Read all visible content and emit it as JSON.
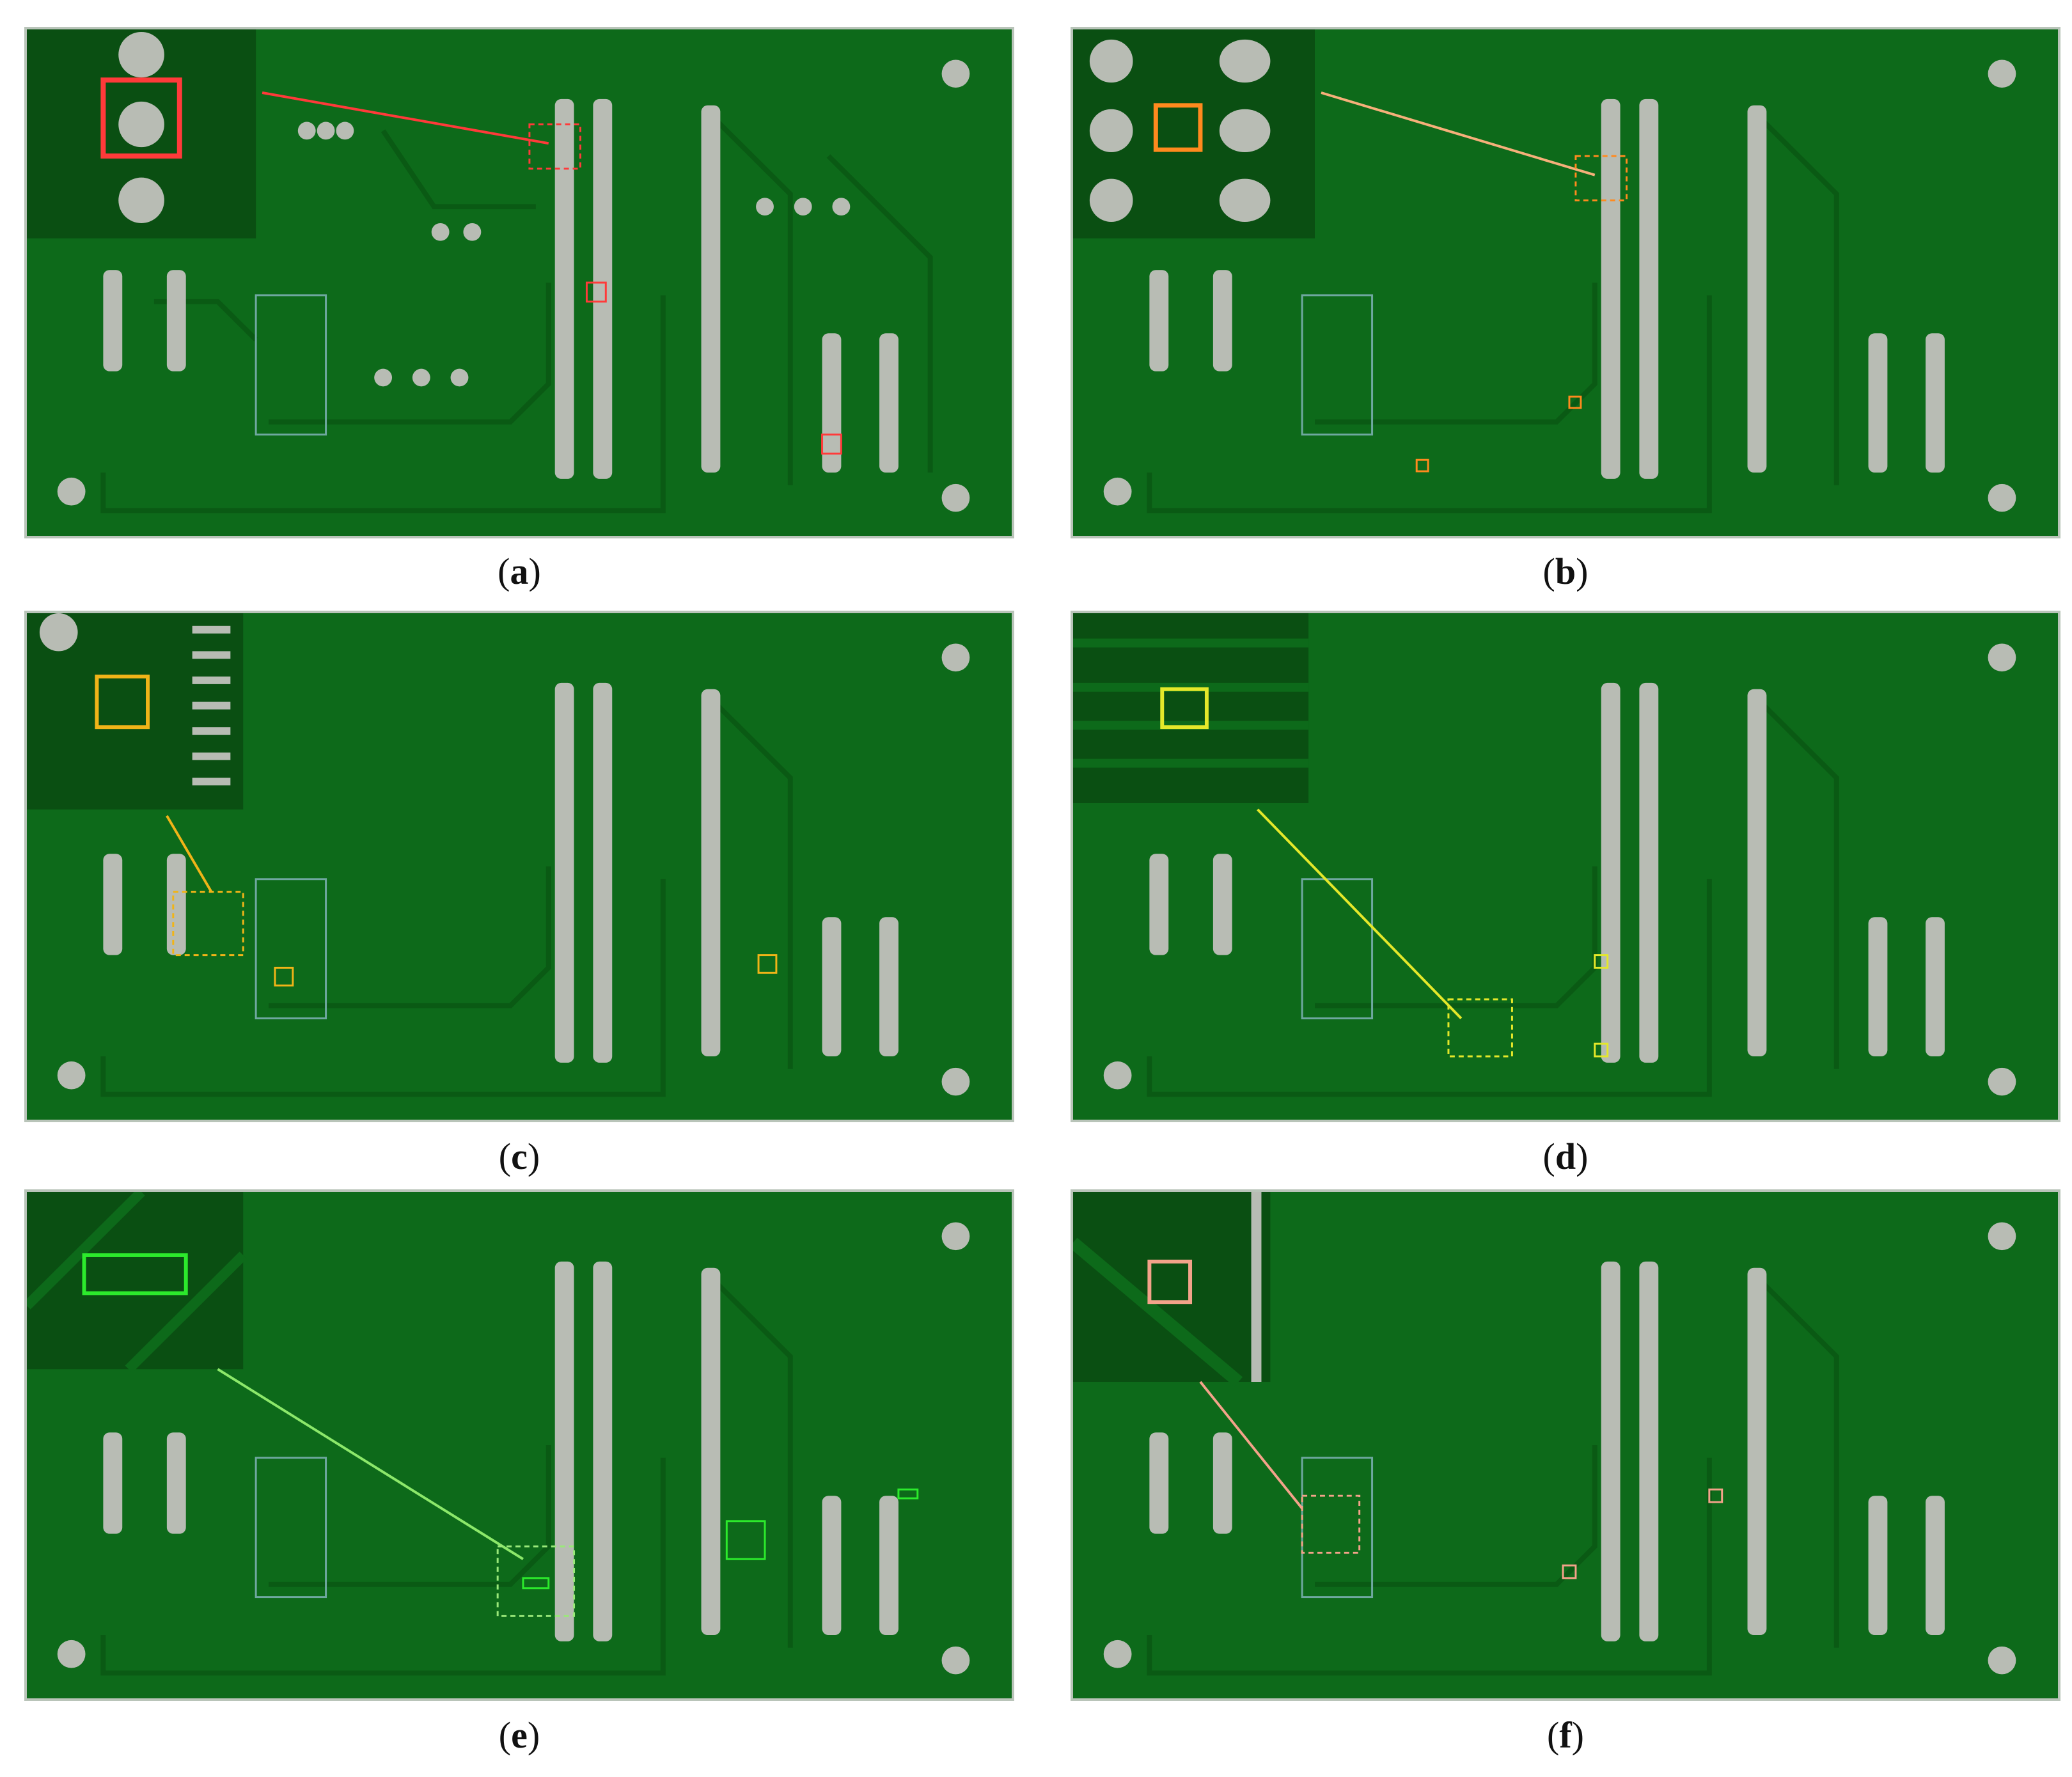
{
  "panels": [
    {
      "id": "a",
      "caption_letter": "a",
      "marker_color": "#ff3a3a"
    },
    {
      "id": "b",
      "caption_letter": "b",
      "marker_color": "#ff8a1e"
    },
    {
      "id": "c",
      "caption_letter": "c",
      "marker_color": "#f0b418"
    },
    {
      "id": "d",
      "caption_letter": "d",
      "marker_color": "#e4e82a"
    },
    {
      "id": "e",
      "caption_letter": "e",
      "marker_color": "#2cea2c"
    },
    {
      "id": "f",
      "caption_letter": "f",
      "marker_color": "#f3a38a"
    }
  ],
  "colors": {
    "board": "#0d6a1a",
    "trace": "#0a5a14",
    "pad": "#b8bcb4",
    "inset_bg": "#0a4f12"
  }
}
